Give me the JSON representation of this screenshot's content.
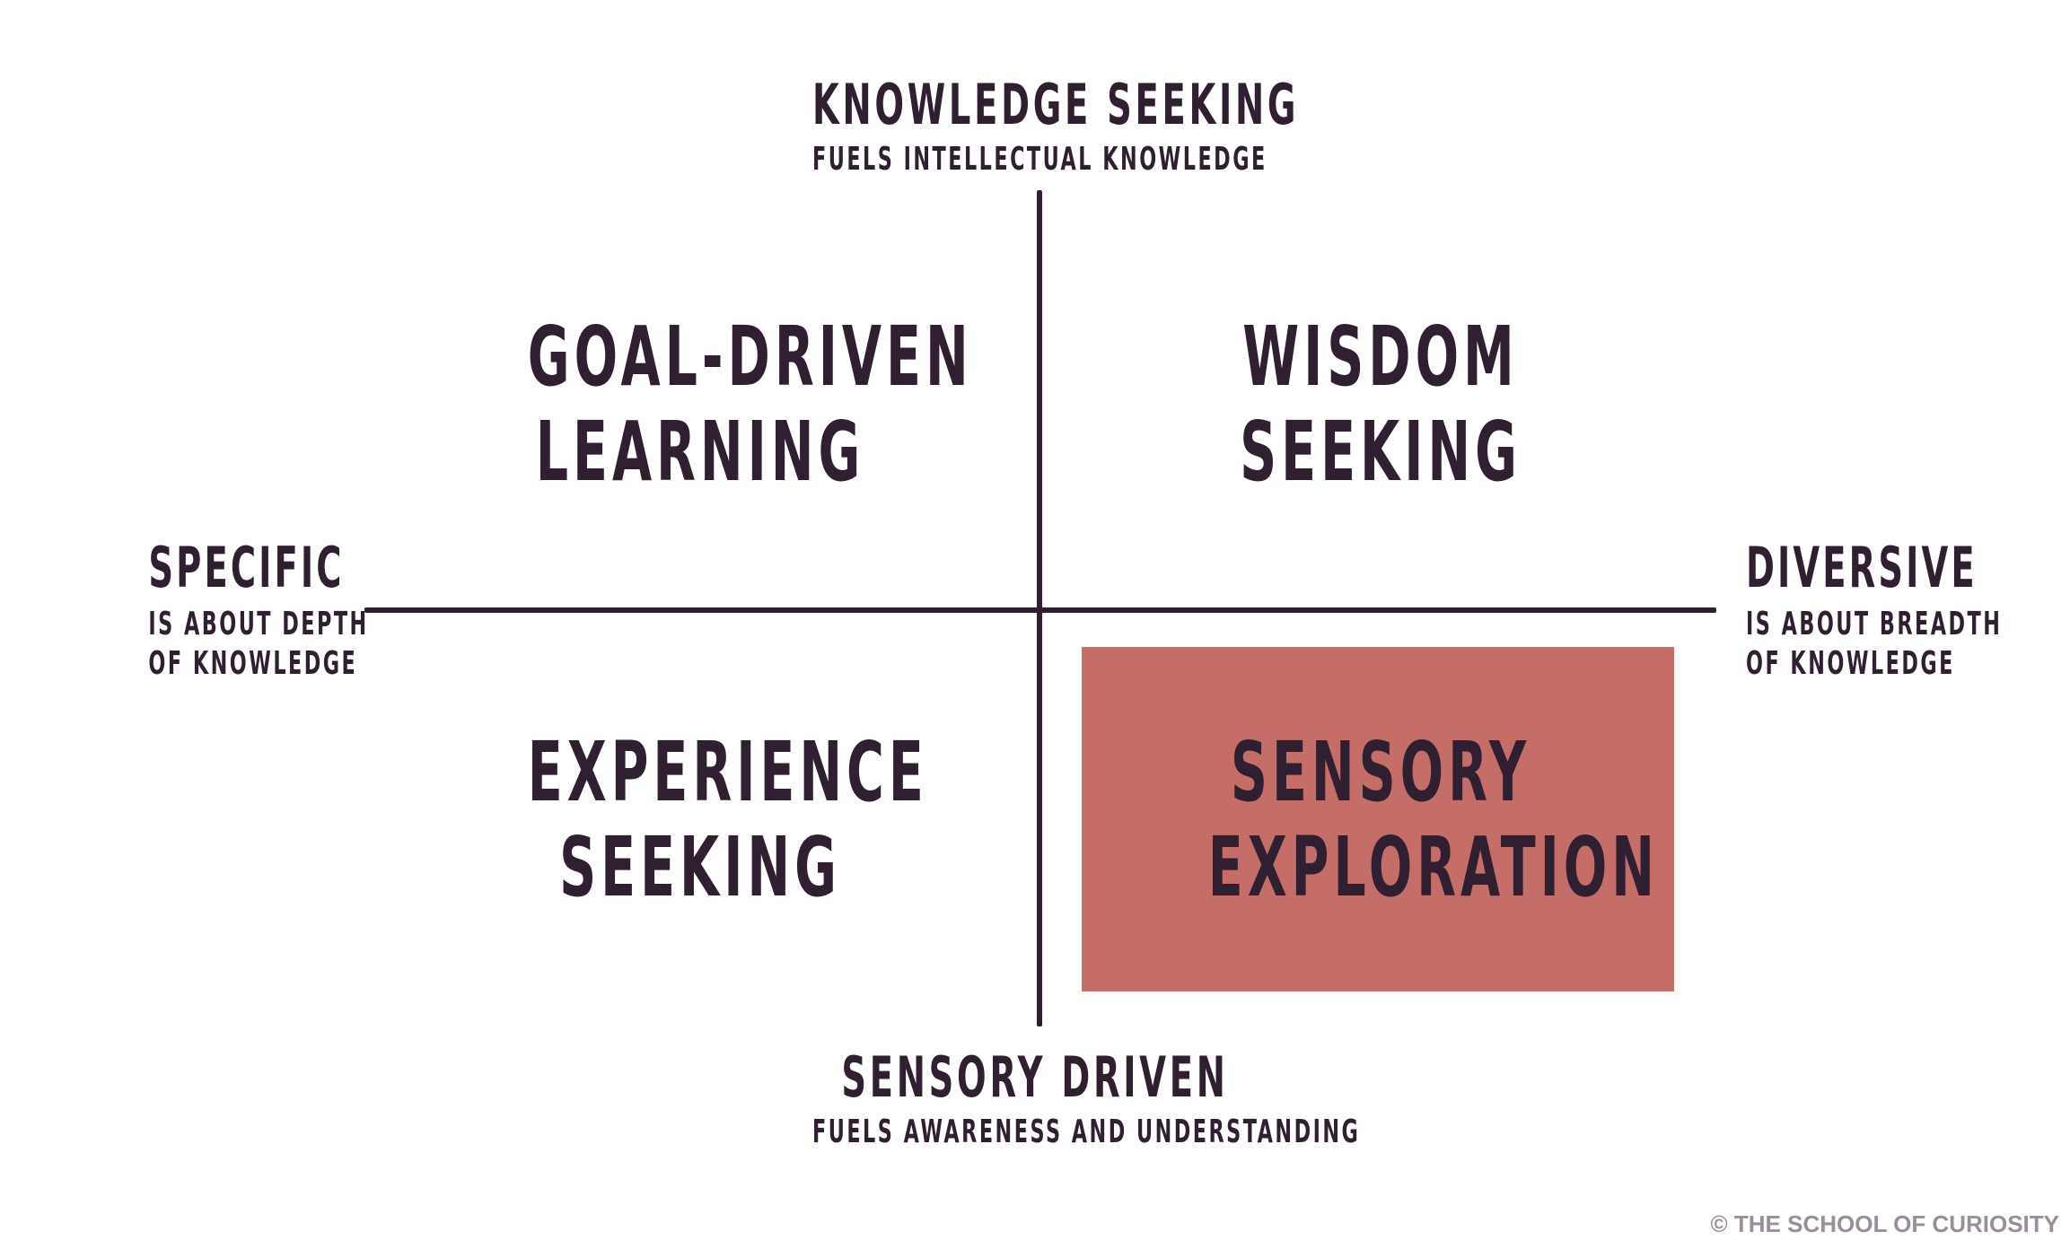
{
  "diagram": {
    "axes": {
      "top": {
        "title": "Knowledge Seeking",
        "subtitle": "Fuels intellectual knowledge"
      },
      "bottom": {
        "title": "Sensory Driven",
        "subtitle": "Fuels awareness and understanding"
      },
      "left": {
        "title": "Specific",
        "subtitle_line1": "Is about depth",
        "subtitle_line2": "of knowledge"
      },
      "right": {
        "title": "Diversive",
        "subtitle_line1": "Is about breadth",
        "subtitle_line2": "of knowledge"
      }
    },
    "quadrants": {
      "top_left": {
        "line1": "Goal-Driven",
        "line2": "Learning"
      },
      "top_right": {
        "line1": "Wisdom",
        "line2": "Seeking"
      },
      "bottom_left": {
        "line1": "Experience",
        "line2": "Seeking"
      },
      "bottom_right": {
        "line1": "Sensory",
        "line2": "Exploration",
        "highlighted": true
      }
    },
    "colors": {
      "text": "#2f1f30",
      "highlight": "#c56d69",
      "copyright": "#9a8f99"
    }
  },
  "footer": {
    "copyright": "© THE SCHOOL OF CURIOSITY"
  }
}
